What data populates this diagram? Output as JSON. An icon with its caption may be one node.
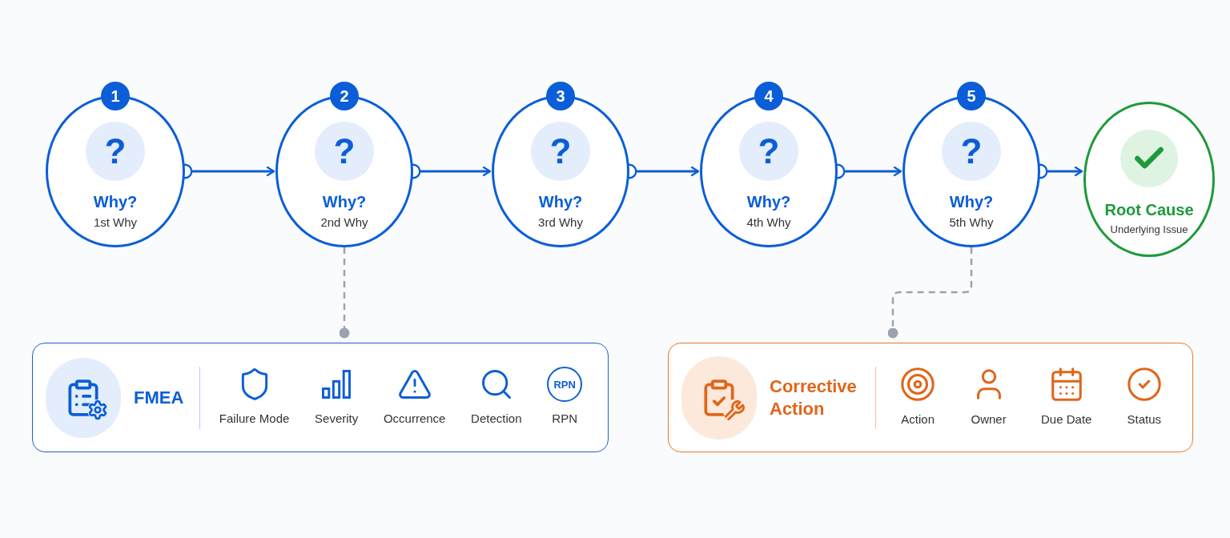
{
  "diagram": {
    "nodes": [
      {
        "text": [
          "1",
          "?",
          "Why?",
          "1st Why"
        ]
      },
      {
        "text": [
          "2",
          "?",
          "Why?",
          "2nd Why"
        ]
      },
      {
        "text": [
          "3",
          "?",
          "Why?",
          "3rd Why"
        ]
      },
      {
        "text": [
          "4",
          "?",
          "Why?",
          "4th Why"
        ]
      },
      {
        "text": [
          "5",
          "?",
          "Why?",
          "5th Why"
        ]
      },
      {
        "text": [
          "Root Cause",
          "Underlying Issue"
        ]
      },
      {
        "text": [
          "FMEA",
          "Failure Mode",
          "Severity",
          "Occurrence",
          "Detection",
          "RPN"
        ]
      },
      {
        "text": [
          "Corrective Action",
          "Action",
          "Owner",
          "Due Date",
          "Status"
        ]
      }
    ],
    "edges": [
      {
        "from": 0,
        "to": 1,
        "arrow": "to"
      },
      {
        "from": 1,
        "to": 2,
        "arrow": "to"
      },
      {
        "from": 2,
        "to": 3,
        "arrow": "to"
      },
      {
        "from": 3,
        "to": 4,
        "arrow": "to"
      },
      {
        "from": 4,
        "to": 5,
        "arrow": "to"
      },
      {
        "from": 1,
        "to": 6,
        "arrow": "other",
        "style": "dashed",
        "color": "#9ca3af"
      },
      {
        "from": 4,
        "to": 7,
        "arrow": "other",
        "style": "dashed",
        "color": "#9ca3af"
      }
    ],
    "labels": [
      "RPN"
    ]
  }
}
